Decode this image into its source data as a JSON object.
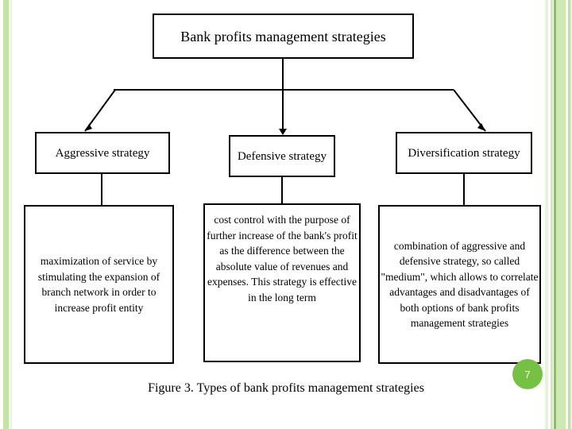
{
  "slide": {
    "title_box": {
      "label": "Bank profits management strategies"
    },
    "strategy_boxes": [
      {
        "label": "Aggressive strategy"
      },
      {
        "label": "Defensive strategy"
      },
      {
        "label": "Diversification strategy"
      }
    ],
    "content_boxes": [
      {
        "text": "maximization of service by stimulating the expansion of branch network in order to increase profit entity"
      },
      {
        "text": "cost control with the purpose of further increase of the bank's profit as the difference between the absolute value of revenues and expenses. This strategy is effective in the long term"
      },
      {
        "text": "combination of aggressive and defensive strategy, so called \"medium\", which allows to correlate advantages and disadvantages of both options of bank profits management strategies"
      }
    ],
    "caption": "Figure 3. Types of bank profits management strategies",
    "page_number": "7",
    "colors": {
      "badge_green": "#76c043",
      "stripe_light_green": "#cfe8b4",
      "stripe_accent_green": "#7ec850",
      "outline_black": "#000000",
      "background_white": "#ffffff"
    }
  }
}
